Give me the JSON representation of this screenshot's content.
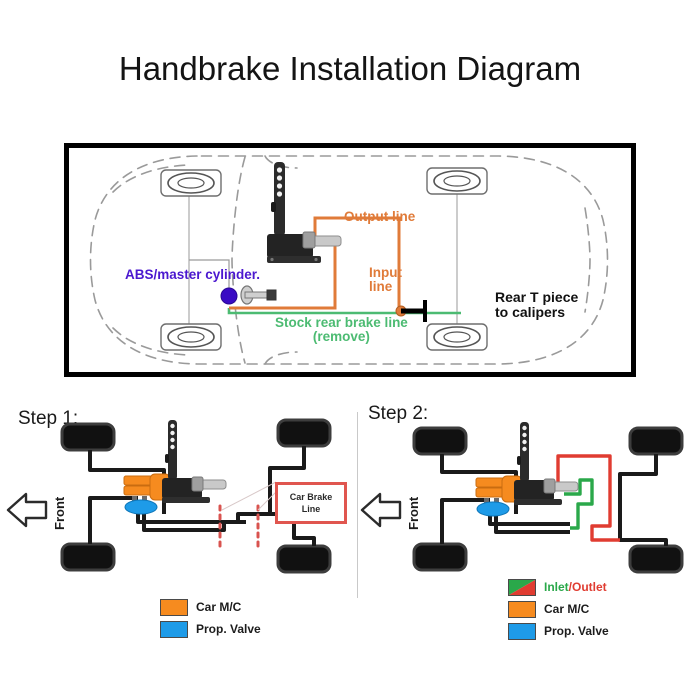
{
  "page": {
    "title": "Handbrake Installation Diagram",
    "background": "#ffffff"
  },
  "colors": {
    "orange_line": "#e07b39",
    "orange_mc": "#f68b1f",
    "blue_valve": "#1e9be8",
    "green_line": "#4cbb72",
    "green_inlet": "#2aa84a",
    "red_outlet": "#e03c31",
    "purple_label": "#4b18cf",
    "black_line": "#1a1a1a",
    "frame_border": "#000000",
    "car_outline": "#9a9a9a",
    "cut_mark": "#d9534f"
  },
  "top_diagram": {
    "name": "car-overhead-routing-diagram",
    "labels": {
      "abs_master_cylinder": "ABS/master cylinder.",
      "output_line": "Output line",
      "input_line_l1": "Input",
      "input_line_l2": "line",
      "stock_rear_brake_line_l1": "Stock rear brake line",
      "stock_rear_brake_line_l2": "(remove)",
      "rear_t_piece_l1": "Rear T piece",
      "rear_t_piece_l2": "to calipers"
    }
  },
  "step1": {
    "label": "Step 1:",
    "front_label": "Front",
    "callout": {
      "line1": "Car Brake",
      "line2": "Line"
    },
    "legend": [
      {
        "label": "Car M/C",
        "color": "#f68b1f",
        "type": "solid"
      },
      {
        "label": "Prop. Valve",
        "color": "#1e9be8",
        "type": "solid"
      }
    ]
  },
  "step2": {
    "label": "Step 2:",
    "front_label": "Front",
    "legend": [
      {
        "label_green": "Inlet",
        "label_sep": "/",
        "label_red": "Outlet",
        "type": "split",
        "color_green": "#2aa84a",
        "color_red": "#e03c31"
      },
      {
        "label": "Car M/C",
        "color": "#f68b1f",
        "type": "solid"
      },
      {
        "label": "Prop. Valve",
        "color": "#1e9be8",
        "type": "solid"
      }
    ]
  }
}
